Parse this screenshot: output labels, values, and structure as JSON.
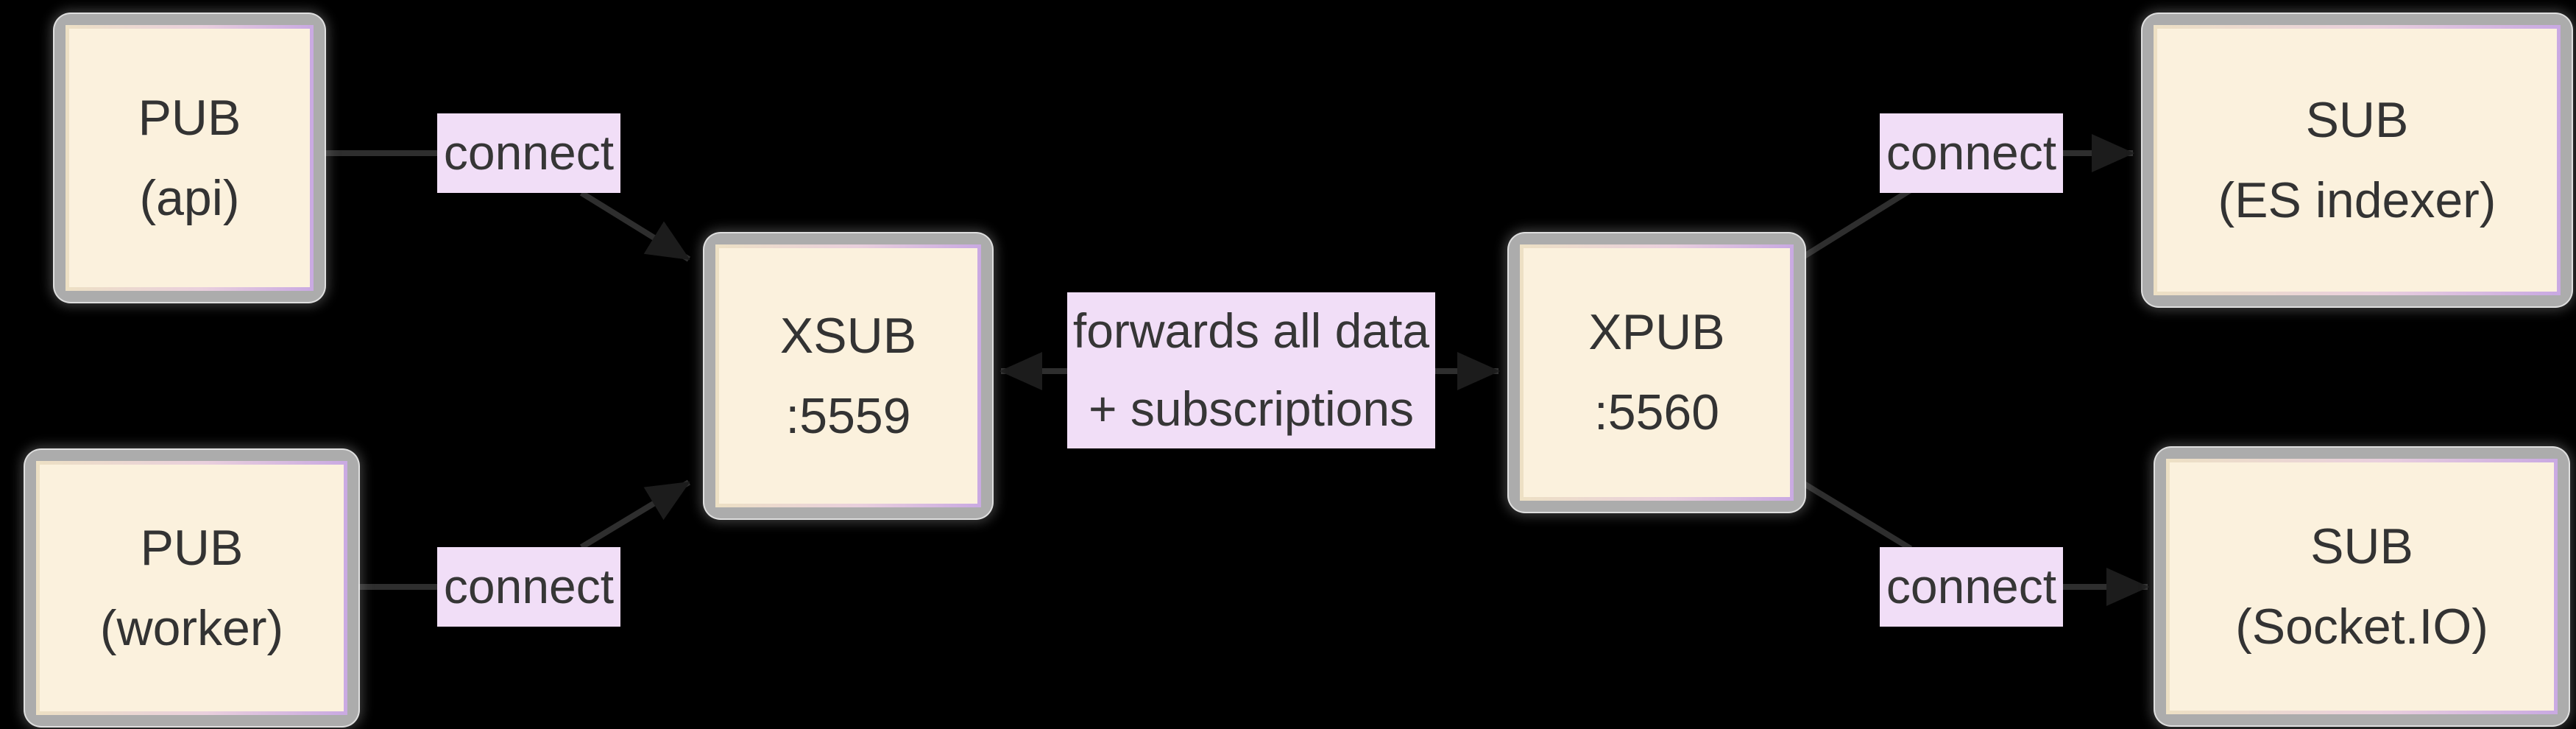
{
  "diagram": {
    "type": "flowchart-LR",
    "background_color": "#000000",
    "colors": {
      "node_fill": "#fbf1dd",
      "node_border_left": "#ede0c4",
      "node_border_right": "#c9a9e2",
      "node_outer_ring": "#acacac",
      "node_hairline": "#ffffff",
      "edge_label_bg": "#f1def7",
      "text": "#333333",
      "edge_stroke": "#2e2e2e",
      "arrowhead_fill": "#1c1c1c"
    },
    "nodes": [
      {
        "id": "pub-api",
        "line1": "PUB",
        "line2": "(api)"
      },
      {
        "id": "pub-worker",
        "line1": "PUB",
        "line2": "(worker)"
      },
      {
        "id": "xsub",
        "line1": "XSUB",
        "line2": ":5559"
      },
      {
        "id": "xpub",
        "line1": "XPUB",
        "line2": ":5560"
      },
      {
        "id": "sub-es",
        "line1": "SUB",
        "line2": "(ES indexer)"
      },
      {
        "id": "sub-socketio",
        "line1": "SUB",
        "line2": "(Socket.IO)"
      }
    ],
    "edges": [
      {
        "from": "PUB (api)",
        "to": "XSUB :5559",
        "label": "connect",
        "bidirectional": false
      },
      {
        "from": "PUB (worker)",
        "to": "XSUB :5559",
        "label": "connect",
        "bidirectional": false
      },
      {
        "from": "XPUB :5560",
        "to": "XSUB :5559",
        "label": "forwards all data + subscriptions",
        "label_line1": "forwards all data",
        "label_line2": "+ subscriptions",
        "bidirectional": true
      },
      {
        "from": "XPUB :5560",
        "to": "SUB (ES indexer)",
        "label": "connect",
        "bidirectional": false
      },
      {
        "from": "XPUB :5560",
        "to": "SUB (Socket.IO)",
        "label": "connect",
        "bidirectional": false
      }
    ]
  }
}
